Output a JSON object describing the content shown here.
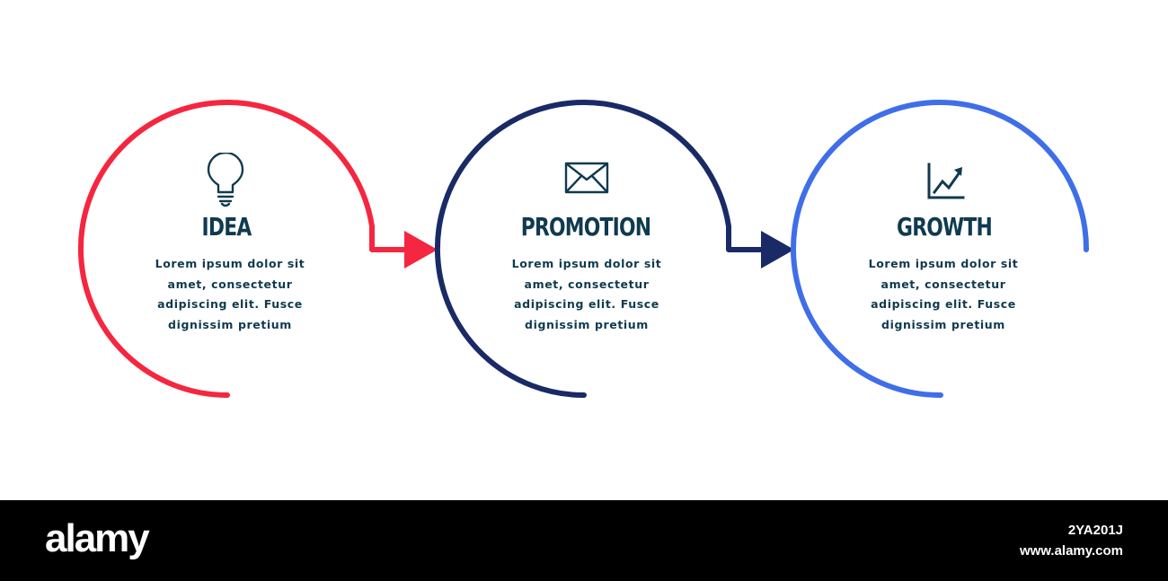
{
  "steps": [
    {
      "title": "IDEA",
      "text": "Lorem ipsum dolor sit amet, consectetur adipiscing elit. Fusce dignissim pretium",
      "icon": "lightbulb-icon",
      "color": "#f5263f"
    },
    {
      "title": "PROMOTION",
      "text": "Lorem ipsum dolor sit amet, consectetur adipiscing elit. Fusce dignissim pretium",
      "icon": "envelope-icon",
      "color": "#192a66"
    },
    {
      "title": "GROWTH",
      "text": "Lorem ipsum dolor sit amet, consectetur adipiscing elit. Fusce dignissim pretium",
      "icon": "growth-chart-icon",
      "color": "#3f6ee8"
    }
  ],
  "colors": {
    "text": "#0f3a4f",
    "icon": "#0f3a4f"
  },
  "footer": {
    "logo": "alamy",
    "image_id": "2YA201J",
    "site": "www.alamy.com"
  }
}
